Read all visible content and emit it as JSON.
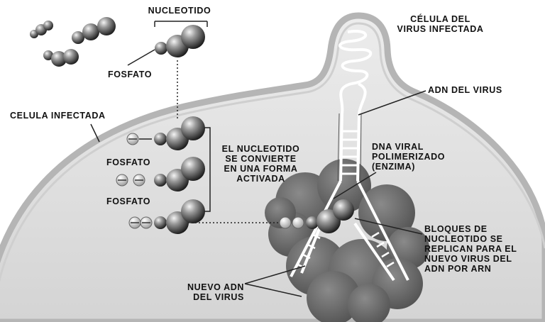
{
  "labels": {
    "nucleotido": "NUCLEOTIDO",
    "fosfato_top": "FOSFATO",
    "celula_infectada": "CELULA INFECTADA",
    "fosfato_1": "FOSFATO",
    "fosfato_2": "FOSFATO",
    "activated_note": "EL NUCLEOTIDO\nSE CONVIERTE\nEN UNA FORMA\nACTIVADA",
    "celula_virus": "CÉLULA DEL\nVIRUS INFECTADA",
    "adn_virus": "ADN DEL VIRUS",
    "dna_polimerizado": "DNA VIRAL\nPOLIMERIZADO\n(ENZIMA)",
    "bloques": "BLOQUES DE\nNUCLEOTIDO SE\nREPLICAN PARA EL\nNUEVO VIRUS DEL\nADN POR ARN",
    "nuevo_adn": "NUEVO ADN\nDEL VIRUS"
  },
  "colors": {
    "cell_fill": "#e2e2e2",
    "membrane": "#bdbdbd",
    "enzyme": "#6e6e6e",
    "sphere_dark": "#2a2a2a",
    "text": "#111111"
  }
}
